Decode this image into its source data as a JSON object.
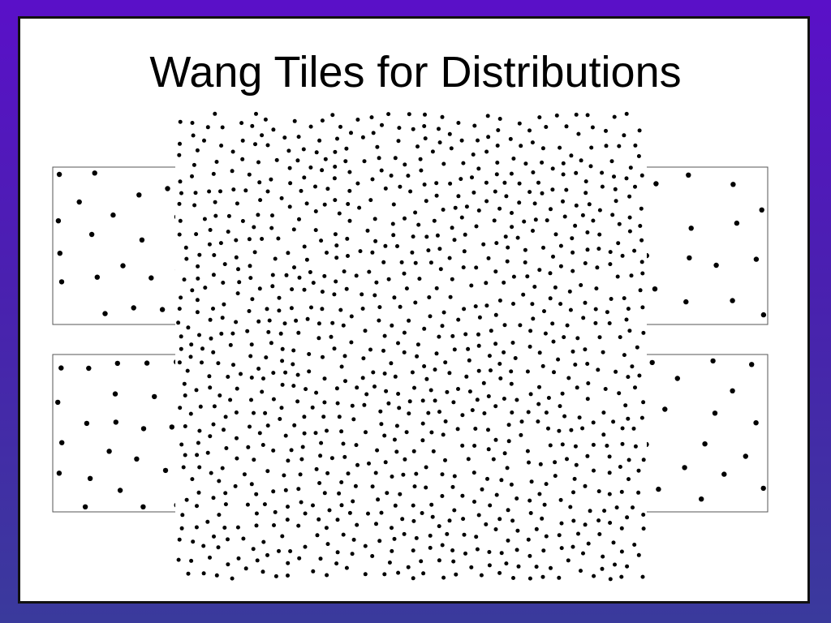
{
  "slide": {
    "title": "Wang Tiles for Distributions"
  },
  "colors": {
    "background_top": "#5a10c8",
    "background_bottom": "#3a3a9c",
    "slide_fill": "#ffffff",
    "slide_border": "#111111",
    "dot": "#000000",
    "tile_border": "#555555"
  },
  "figure": {
    "left_tiles": 2,
    "right_tiles": 2,
    "dot_pattern": "poisson-disk"
  }
}
